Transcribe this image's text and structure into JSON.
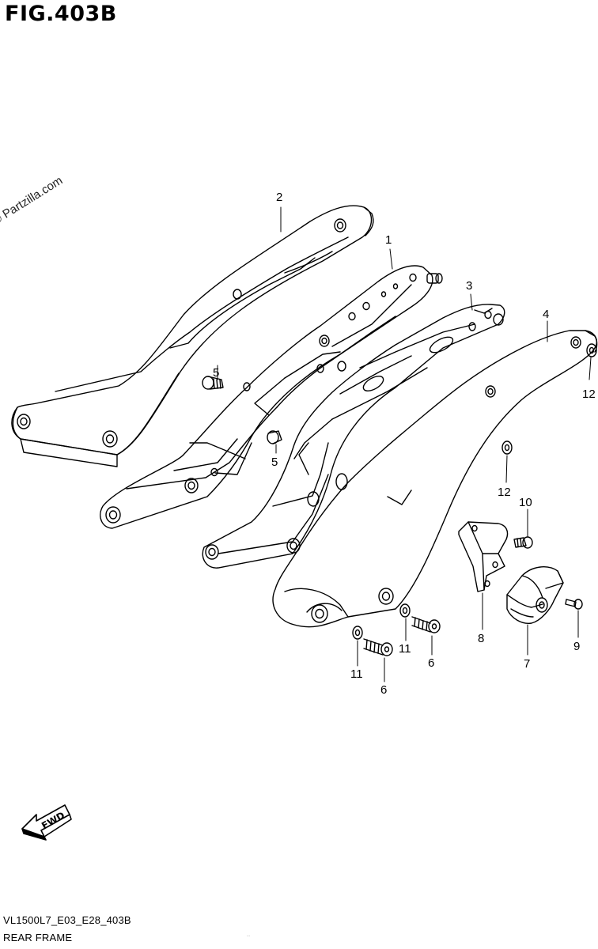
{
  "figure": {
    "title": "FIG.403B",
    "watermark": "© Partzilla.com",
    "fwd_label": "FWD",
    "code": "VL1500L7_E03_E28_403B",
    "name": "REAR FRAME",
    "fine_print": "..."
  },
  "callouts": [
    "1",
    "2",
    "3",
    "4",
    "5",
    "5",
    "6",
    "6",
    "7",
    "8",
    "9",
    "10",
    "11",
    "11",
    "12",
    "12"
  ],
  "colors": {
    "line": "#000000",
    "background": "#ffffff"
  }
}
